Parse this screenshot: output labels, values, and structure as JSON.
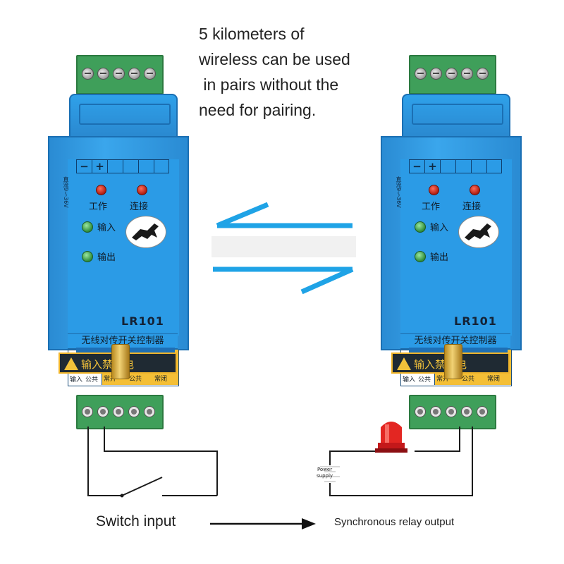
{
  "headline": {
    "lines": [
      "5 kilometers of",
      "wireless can be used",
      " in pairs without the",
      "need for pairing."
    ]
  },
  "device": {
    "polarity_minus": "−",
    "polarity_plus": "+",
    "voltage_label": "直流9～36V",
    "led_work": "工作",
    "led_connect": "连接",
    "led_input": "输入",
    "led_output": "输出",
    "model": "LR101",
    "product_name": "无线对传开关控制器",
    "input_header": "输入",
    "output_header": "输出",
    "input_terminals": [
      "输入",
      "公共"
    ],
    "output_terminals": [
      "常开",
      "公共",
      "常闭"
    ],
    "warning": "输入禁带电"
  },
  "labels": {
    "switch_input": "Switch input",
    "relay_output": "Synchronous relay output",
    "power_supply_line1": "Power",
    "power_supply_line2": "supply"
  },
  "colors": {
    "device_blue": "#2e97e0",
    "terminal_green": "#3f9f5a",
    "arrow_blue": "#1fa3e6",
    "output_yellow": "#f4bf36",
    "lamp_red": "#e32622"
  },
  "icons": [
    "horse-logo-icon",
    "warning-triangle-icon",
    "red-alarm-lamp-icon",
    "arrow-right-icon",
    "exchange-arrows-icon"
  ]
}
